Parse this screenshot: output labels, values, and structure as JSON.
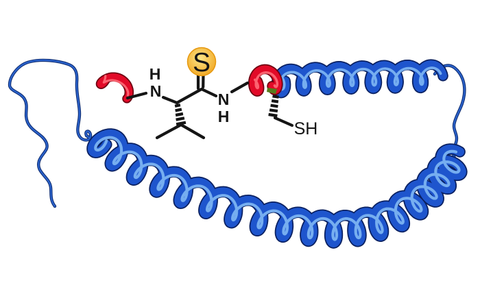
{
  "figure": {
    "background": "#ffffff"
  },
  "labels": {
    "left_amide_h": "H",
    "left_amide_n": "N",
    "sulfur": "S",
    "right_amide_n": "N",
    "right_amide_h": "H",
    "thiol": "SH"
  },
  "colors": {
    "bond_black": "#151515",
    "sulfur_circle_center": "#fce588",
    "sulfur_circle_edge": "#f1a51f",
    "sulfur_circle_rim": "#e6980f",
    "helix_blue_main": "#1e55cd",
    "helix_blue_dark": "#0a2060",
    "helix_blue_highlight": "#7fb8f4",
    "loop_blue_main": "#2b63cd",
    "loop_blue_dark": "#0f2e73",
    "ribbon_red_main": "#e20a28",
    "ribbon_red_dark": "#6e0010",
    "ribbon_red_highlight": "#ff6b78",
    "green_accent": "#567c1c"
  }
}
